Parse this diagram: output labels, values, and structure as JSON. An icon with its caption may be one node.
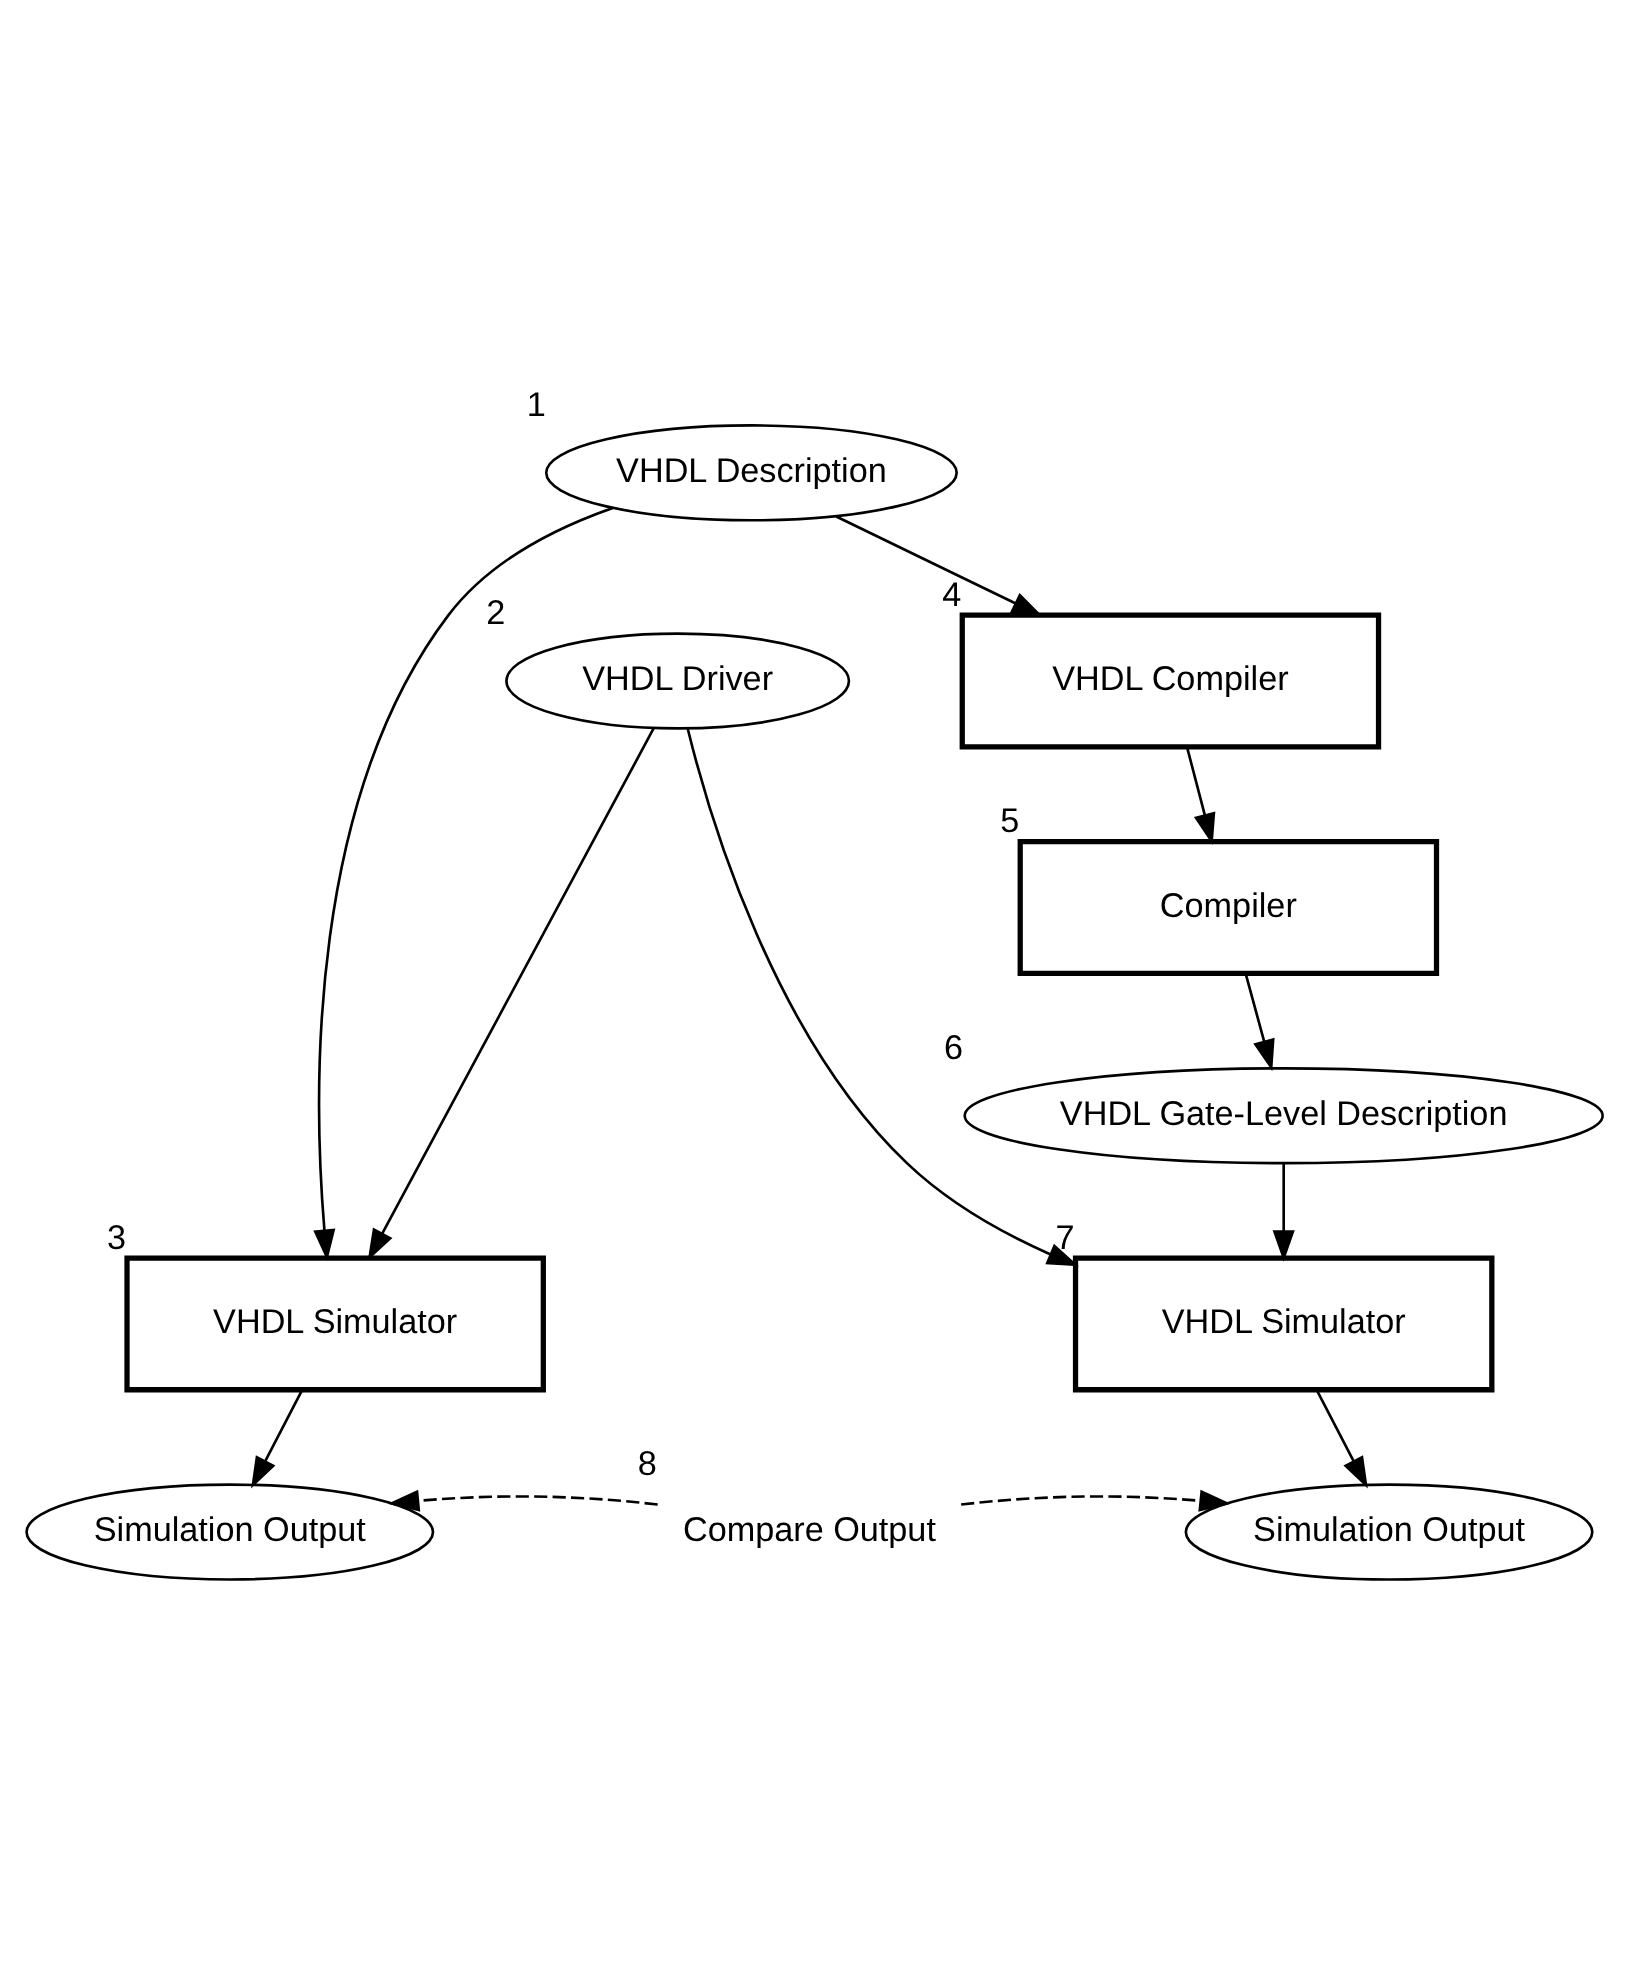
{
  "diagram": {
    "nodes": [
      {
        "text": [
          "VHDL Description"
        ],
        "beside": [
          "1"
        ]
      },
      {
        "text": [
          "VHDL Driver"
        ],
        "beside": [
          "2"
        ]
      },
      {
        "text": [
          "VHDL Simulator"
        ],
        "beside": [
          "3"
        ]
      },
      {
        "text": [
          "VHDL Compiler"
        ],
        "beside": [
          "4"
        ]
      },
      {
        "text": [
          "Compiler"
        ],
        "beside": [
          "5"
        ]
      },
      {
        "text": [
          "VHDL Gate-Level Description"
        ],
        "beside": [
          "6"
        ]
      },
      {
        "text": [
          "VHDL Simulator"
        ],
        "beside": [
          "7"
        ]
      },
      {
        "text": [
          "Simulation Output"
        ]
      },
      {
        "text": [
          "Compare Output"
        ],
        "beside": [
          "8"
        ]
      },
      {
        "text": [
          "Simulation Output"
        ]
      }
    ],
    "edges": [
      {
        "from": 0,
        "to": 2,
        "arrow": "to"
      },
      {
        "from": 0,
        "to": 3,
        "arrow": "to"
      },
      {
        "from": 3,
        "to": 4,
        "arrow": "to"
      },
      {
        "from": 4,
        "to": 5,
        "arrow": "to"
      },
      {
        "from": 5,
        "to": 6,
        "arrow": "to"
      },
      {
        "from": 1,
        "to": 2,
        "arrow": "to"
      },
      {
        "from": 1,
        "to": 6,
        "arrow": "to"
      },
      {
        "from": 2,
        "to": 7,
        "arrow": "to"
      },
      {
        "from": 6,
        "to": 9,
        "arrow": "to"
      },
      {
        "from": 8,
        "to": 7,
        "arrow": "to",
        "style": "dashed"
      },
      {
        "from": 8,
        "to": 9,
        "arrow": "to",
        "style": "dashed"
      }
    ]
  }
}
